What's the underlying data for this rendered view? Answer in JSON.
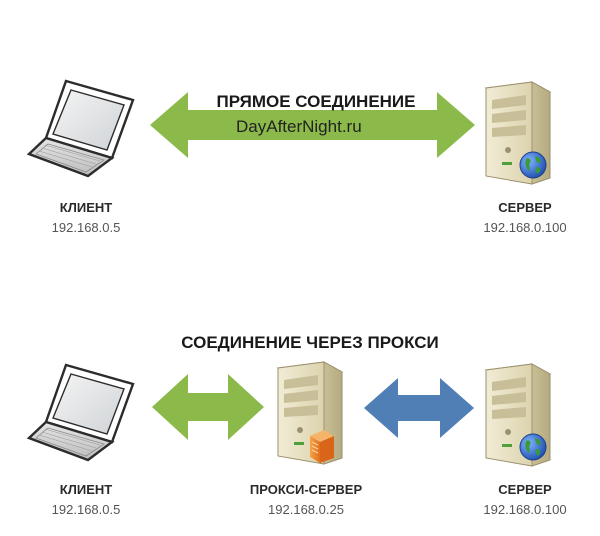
{
  "direct": {
    "title": "ПРЯМОЕ СОЕДИНЕНИЕ",
    "watermark": "DayAfterNight.ru",
    "client": {
      "name": "КЛИЕНТ",
      "ip": "192.168.0.5"
    },
    "server": {
      "name": "СЕРВЕР",
      "ip": "192.168.0.100"
    }
  },
  "proxy": {
    "title": "СОЕДИНЕНИЕ ЧЕРЕЗ ПРОКСИ",
    "client": {
      "name": "КЛИЕНТ",
      "ip": "192.168.0.5"
    },
    "proxy_server": {
      "name": "ПРОКСИ-СЕРВЕР",
      "ip": "192.168.0.25"
    },
    "server": {
      "name": "СЕРВЕР",
      "ip": "192.168.0.100"
    }
  },
  "colors": {
    "green_arrow": "#8cba4a",
    "blue_arrow": "#4f7fb5",
    "proxy_badge": "#f08a2a"
  },
  "icons": {
    "client": "laptop-icon",
    "server": "server-icon",
    "globe": "globe-icon",
    "proxy": "proxy-badge-icon"
  }
}
